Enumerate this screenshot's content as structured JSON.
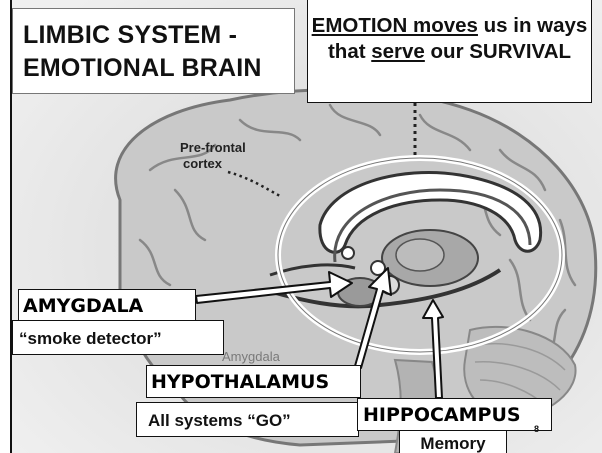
{
  "slide": {
    "title_line1": "LIMBIC SYSTEM -",
    "title_line2": "EMOTIONAL BRAIN",
    "emotion_box": {
      "word1": "EMOTION moves",
      "text1": " us in ways that ",
      "word2": "serve",
      "text2": " our SURVIVAL"
    },
    "page_number": "8"
  },
  "image": {
    "prefrontal_line1": "Pre-frontal",
    "prefrontal_line2": "cortex",
    "amygdala_faint": "Amygdala"
  },
  "labels": {
    "amygdala": "AMYGDALA",
    "amygdala_sub": "“smoke detector”",
    "hypothalamus": "HYPOTHALAMUS",
    "hypothalamus_sub": "All systems “GO”",
    "hippocampus": "HIPPOCAMPUS",
    "hippocampus_sub": "Memory"
  },
  "colors": {
    "label_border": "#111111",
    "arrow_fill": "#ffffff",
    "brain_tone": "#b9b9b9"
  }
}
